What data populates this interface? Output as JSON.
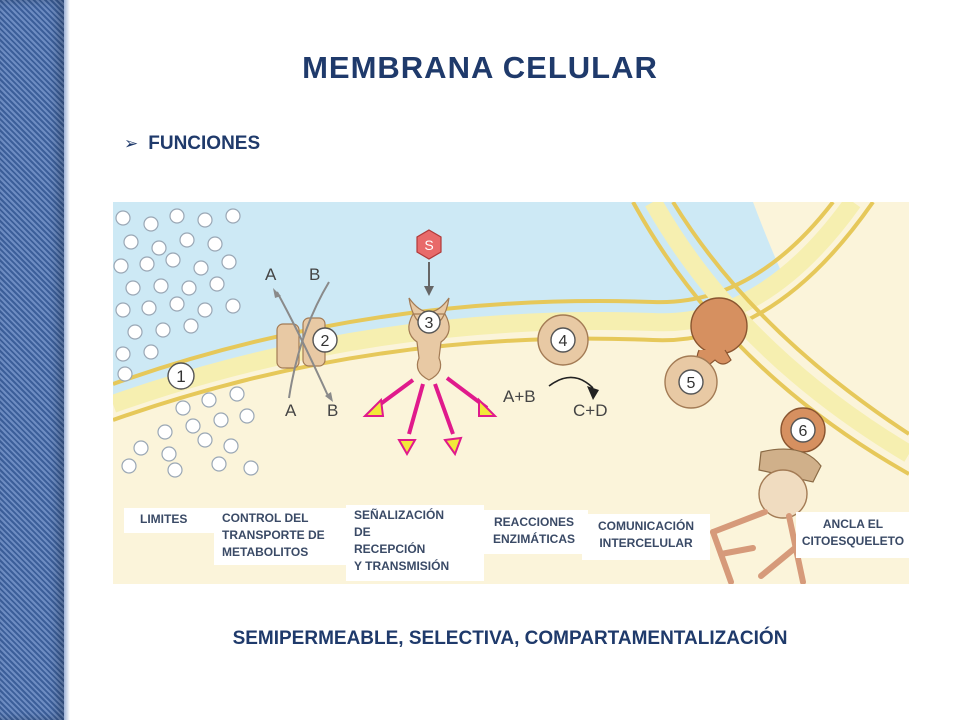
{
  "slide": {
    "title": "MEMBRANA CELULAR",
    "bullet": "FUNCIONES",
    "summary": "SEMIPERMEABLE, SELECTIVA, COMPARTAMENTALIZACIÓN"
  },
  "diagram": {
    "markers": [
      "1",
      "2",
      "3",
      "4",
      "5",
      "6"
    ],
    "signal_label": "S",
    "transport": {
      "a_top": "A",
      "b_top": "B",
      "a_bottom": "A",
      "b_bottom": "B"
    },
    "reaction": {
      "reactants": "A+B",
      "products": "C+D"
    }
  },
  "labels": [
    {
      "id": "limites",
      "lines": [
        "LIMITES"
      ]
    },
    {
      "id": "control",
      "lines": [
        "CONTROL DEL",
        "TRANSPORTE DE",
        "METABOLITOS"
      ]
    },
    {
      "id": "senalizacion",
      "lines": [
        "SEÑALIZACIÓN",
        "DE",
        "RECEPCIÓN",
        "Y TRANSMISIÓN"
      ]
    },
    {
      "id": "reacciones",
      "lines": [
        "REACCIONES",
        "ENZIMÁTICAS"
      ]
    },
    {
      "id": "comunicacion",
      "lines": [
        "COMUNICACIÓN",
        "INTERCELULAR"
      ]
    },
    {
      "id": "ancla",
      "lines": [
        "ANCLA EL",
        "CITOESQUELETO"
      ]
    }
  ],
  "colors": {
    "title": "#1f3a6b",
    "extracellular": "#cde9f5",
    "cytoplasm": "#fbf4da",
    "membrane": "#f6efb0",
    "membrane_edge": "#e6c85a",
    "protein": "#e8c9a4",
    "signal": "#e86a6a",
    "arrow_signal": "#e01a8c",
    "arrow_head": "#f2e83a",
    "cell_ligand": "#d69060"
  }
}
